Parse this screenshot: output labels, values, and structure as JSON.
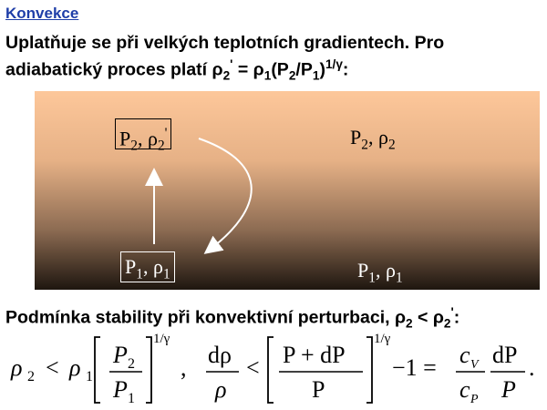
{
  "title": "Konvekce",
  "intro": {
    "line1": "Uplatňuje se při velkých teplotních gradientech. Pro",
    "line2_prefix": "adiabatický proces platí ρ",
    "line2_sub2": "2",
    "line2_prime": "'",
    "line2_eq": " = ρ",
    "line2_sub1": "1",
    "line2_paren_open": "(P",
    "line2_sub2b": "2",
    "line2_slash": "/P",
    "line2_sub1b": "1",
    "line2_paren_close": ")",
    "line2_exp": "1/γ",
    "line2_colon": ":"
  },
  "diagram": {
    "box_top": {
      "p": "P",
      "p_sub": "2",
      "comma": ", ρ",
      "rho_sub": "2",
      "prime": "'"
    },
    "label_top_right": {
      "p": "P",
      "p_sub": "2",
      "comma": ", ρ",
      "rho_sub": "2"
    },
    "box_bottom": {
      "p": "P",
      "p_sub": "1",
      "comma": ", ρ",
      "rho_sub": "1"
    },
    "label_bottom_right": {
      "p": "P",
      "p_sub": "1",
      "comma": ", ρ",
      "rho_sub": "1"
    }
  },
  "stability": {
    "text": "Podmínka stability při konvektivní perturbaci, ρ",
    "sub2": "2",
    "lt": " < ρ",
    "sub2b": "2",
    "prime": "'",
    "colon": ":"
  },
  "equation": {
    "rho": "ρ",
    "sub2": "2",
    "lt": "<",
    "sub1": "1",
    "P": "P",
    "exp": "1/γ",
    "comma": ",",
    "d_rho": "dρ",
    "P_plus_dP": "P + dP",
    "minus_one": "−1 =",
    "cV": "c",
    "V": "V",
    "cP": "c",
    "Psub": "P",
    "dP": "dP",
    "period": "."
  }
}
